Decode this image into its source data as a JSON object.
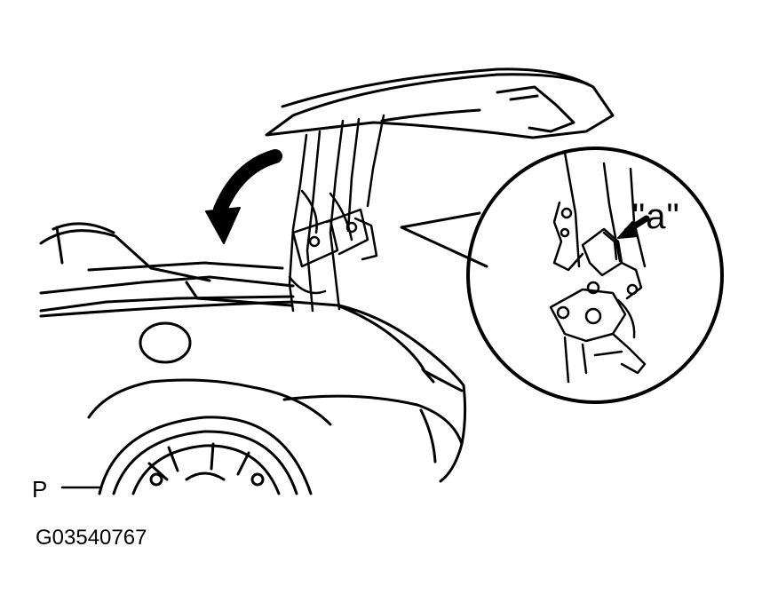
{
  "labels": {
    "callout": "\"a\"",
    "pointer": "P",
    "figure_id": "G03540767"
  }
}
